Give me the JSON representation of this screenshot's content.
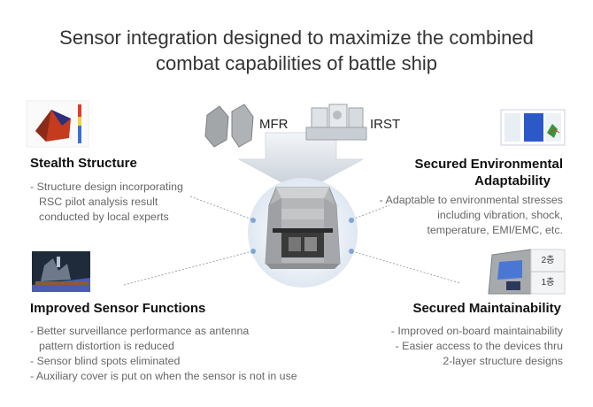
{
  "title": {
    "line1": "Sensor integration designed to maximize the combined",
    "line2": "combat capabilities of battle ship"
  },
  "labels": {
    "mfr": "MFR",
    "irst": "IRST"
  },
  "sections": {
    "stealth": {
      "title": "Stealth Structure",
      "lines": [
        "- Structure design incorporating",
        "RSC pilot analysis result",
        "conducted by local experts"
      ]
    },
    "environmental": {
      "title_line1": "Secured Environmental",
      "title_line2": "Adaptability",
      "lines": [
        "- Adaptable to environmental stresses",
        "including vibration, shock,",
        "temperature, EMI/EMC, etc."
      ]
    },
    "sensor": {
      "title": "Improved Sensor Functions",
      "lines": [
        "- Better surveillance performance as antenna",
        "pattern distortion is reduced",
        "- Sensor blind spots eliminated",
        "- Auxiliary cover is put on when the sensor is not in use"
      ]
    },
    "maintainability": {
      "title": "Secured Maintainability",
      "lines": [
        "- Improved on-board maintainability",
        "- Easier access to the devices thru",
        "2-layer structure designs"
      ]
    },
    "panel_labels": {
      "upper": "2층",
      "lower": "1층"
    }
  },
  "colors": {
    "arrow": "#c9d2dc",
    "halo": "#e8eef6",
    "dot": "#7fa6d6",
    "mast": "#b7b9bb"
  }
}
